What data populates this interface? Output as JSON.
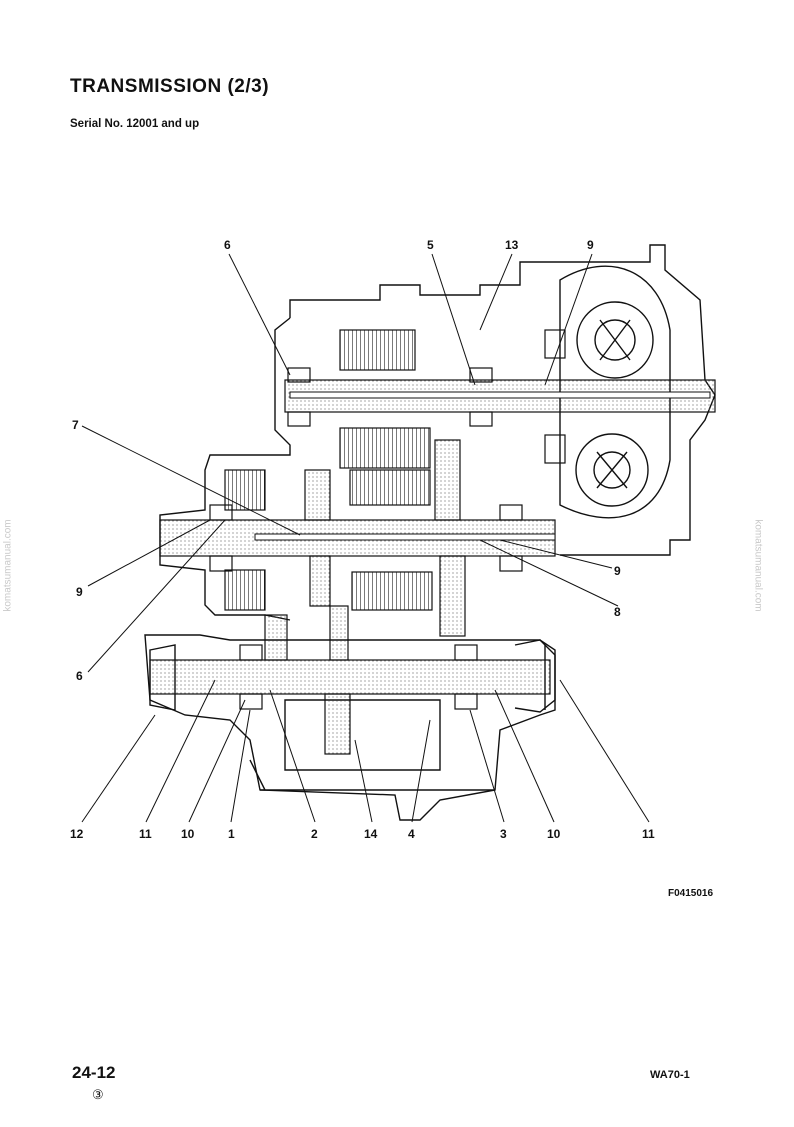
{
  "header": {
    "title": "TRANSMISSION (2/3)",
    "subtitle": "Serial No. 12001 and up"
  },
  "watermark": "komatsumanual.com",
  "figure_code": "F0415016",
  "footer": {
    "page_number": "24-12",
    "revision": "③",
    "model": "WA70-1"
  },
  "callouts": [
    {
      "id": "c6a",
      "label": "6"
    },
    {
      "id": "c5",
      "label": "5"
    },
    {
      "id": "c13",
      "label": "13"
    },
    {
      "id": "c9a",
      "label": "9"
    },
    {
      "id": "c7",
      "label": "7"
    },
    {
      "id": "c9b",
      "label": "9"
    },
    {
      "id": "c9c",
      "label": "9"
    },
    {
      "id": "c8",
      "label": "8"
    },
    {
      "id": "c6b",
      "label": "6"
    },
    {
      "id": "c12",
      "label": "12"
    },
    {
      "id": "c11a",
      "label": "11"
    },
    {
      "id": "c10a",
      "label": "10"
    },
    {
      "id": "c1",
      "label": "1"
    },
    {
      "id": "c2",
      "label": "2"
    },
    {
      "id": "c14",
      "label": "14"
    },
    {
      "id": "c4",
      "label": "4"
    },
    {
      "id": "c3",
      "label": "3"
    },
    {
      "id": "c10b",
      "label": "10"
    },
    {
      "id": "c11b",
      "label": "11"
    }
  ]
}
